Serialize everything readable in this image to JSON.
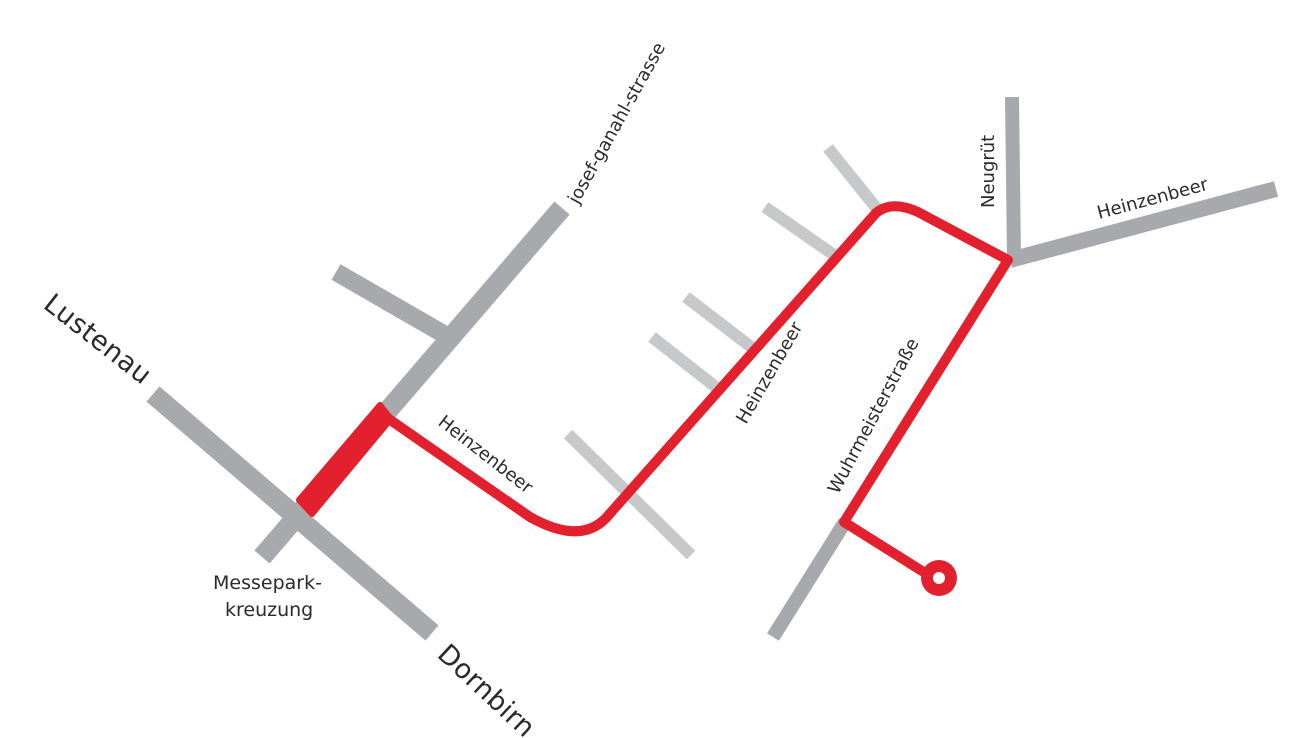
{
  "colors": {
    "road_major": "#a7a9ac",
    "road_minor": "#c6c8ca",
    "route": "#e3202d",
    "background": "#ffffff"
  },
  "labels": {
    "lustenau": "Lustenau",
    "dornbirn": "Dornbirn",
    "messepark_line1": "Messepark-",
    "messepark_line2": "kreuzung",
    "josef_ganahl": "josef-ganahl-strasse",
    "heinzenbeer_lower": "Heinzenbeer",
    "heinzenbeer_diagonal": "Heinzenbeer",
    "wuhrmeister": "Wuhrmeisterstraße",
    "neugruet": "Neugrüt",
    "heinzenbeer_right": "Heinzenbeer"
  },
  "icons": {
    "destination": "destination-marker-icon"
  }
}
